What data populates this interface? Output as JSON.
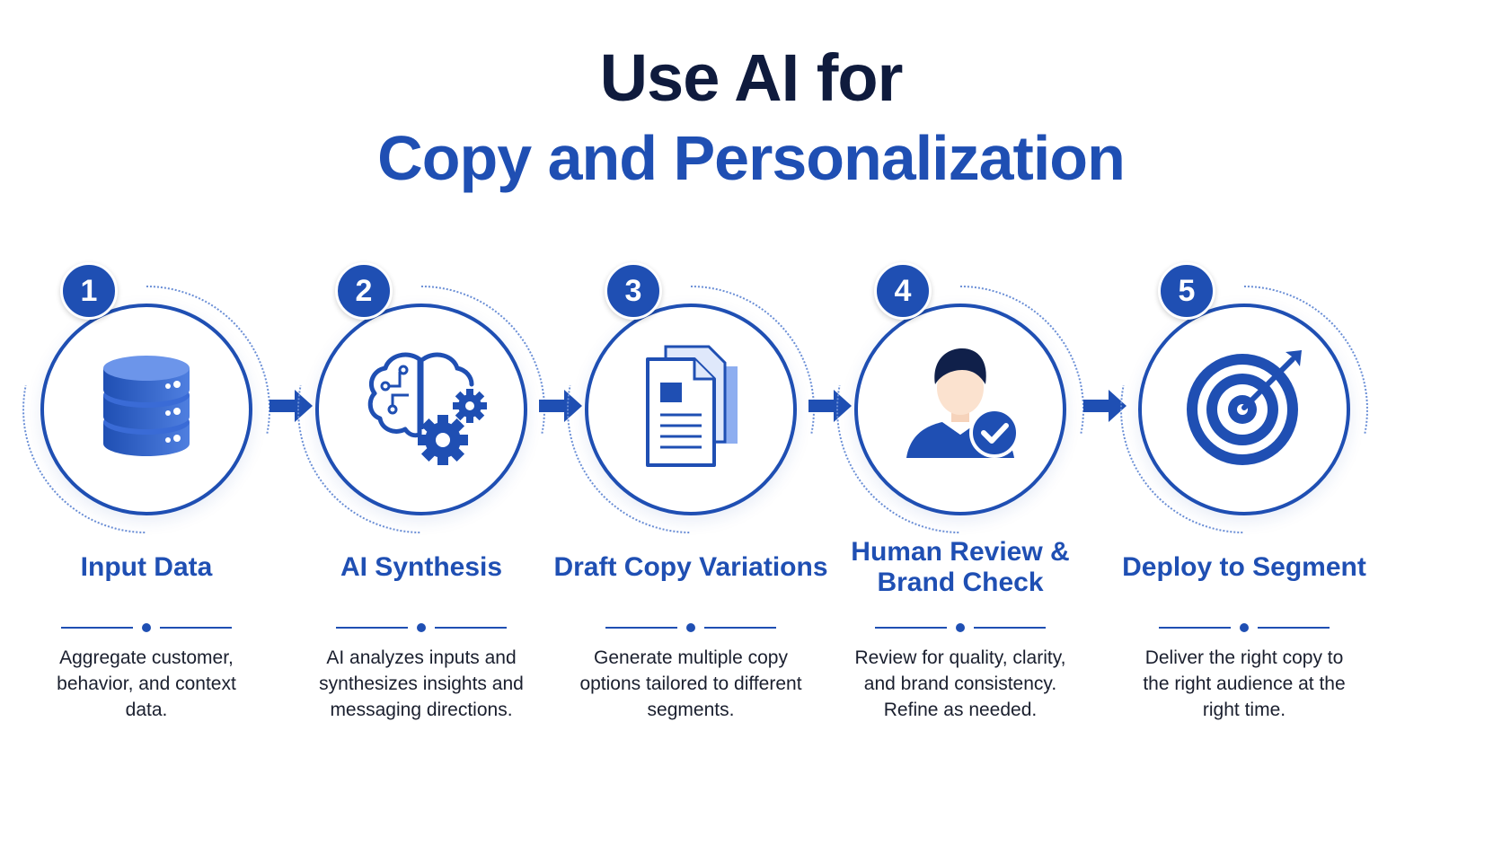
{
  "title": {
    "line1": "Use AI for",
    "line2": "Copy and Personalization"
  },
  "colors": {
    "primary": "#1f4fb3",
    "dark": "#0f1b3d",
    "text": "#1a1f2e"
  },
  "steps": [
    {
      "number": "1",
      "icon": "database-icon",
      "title": "Input Data",
      "description": "Aggregate customer, behavior, and context data."
    },
    {
      "number": "2",
      "icon": "brain-gears-icon",
      "title": "AI Synthesis",
      "description": "AI analyzes inputs and synthesizes insights and messaging directions."
    },
    {
      "number": "3",
      "icon": "documents-icon",
      "title": "Draft Copy Variations",
      "description": "Generate multiple copy options tailored to different segments."
    },
    {
      "number": "4",
      "icon": "person-check-icon",
      "title": "Human Review & Brand Check",
      "description": "Review for quality, clarity, and brand consistency. Refine as needed."
    },
    {
      "number": "5",
      "icon": "target-icon",
      "title": "Deploy to Segment",
      "description": "Deliver the right copy to the right audience at the right time."
    }
  ]
}
